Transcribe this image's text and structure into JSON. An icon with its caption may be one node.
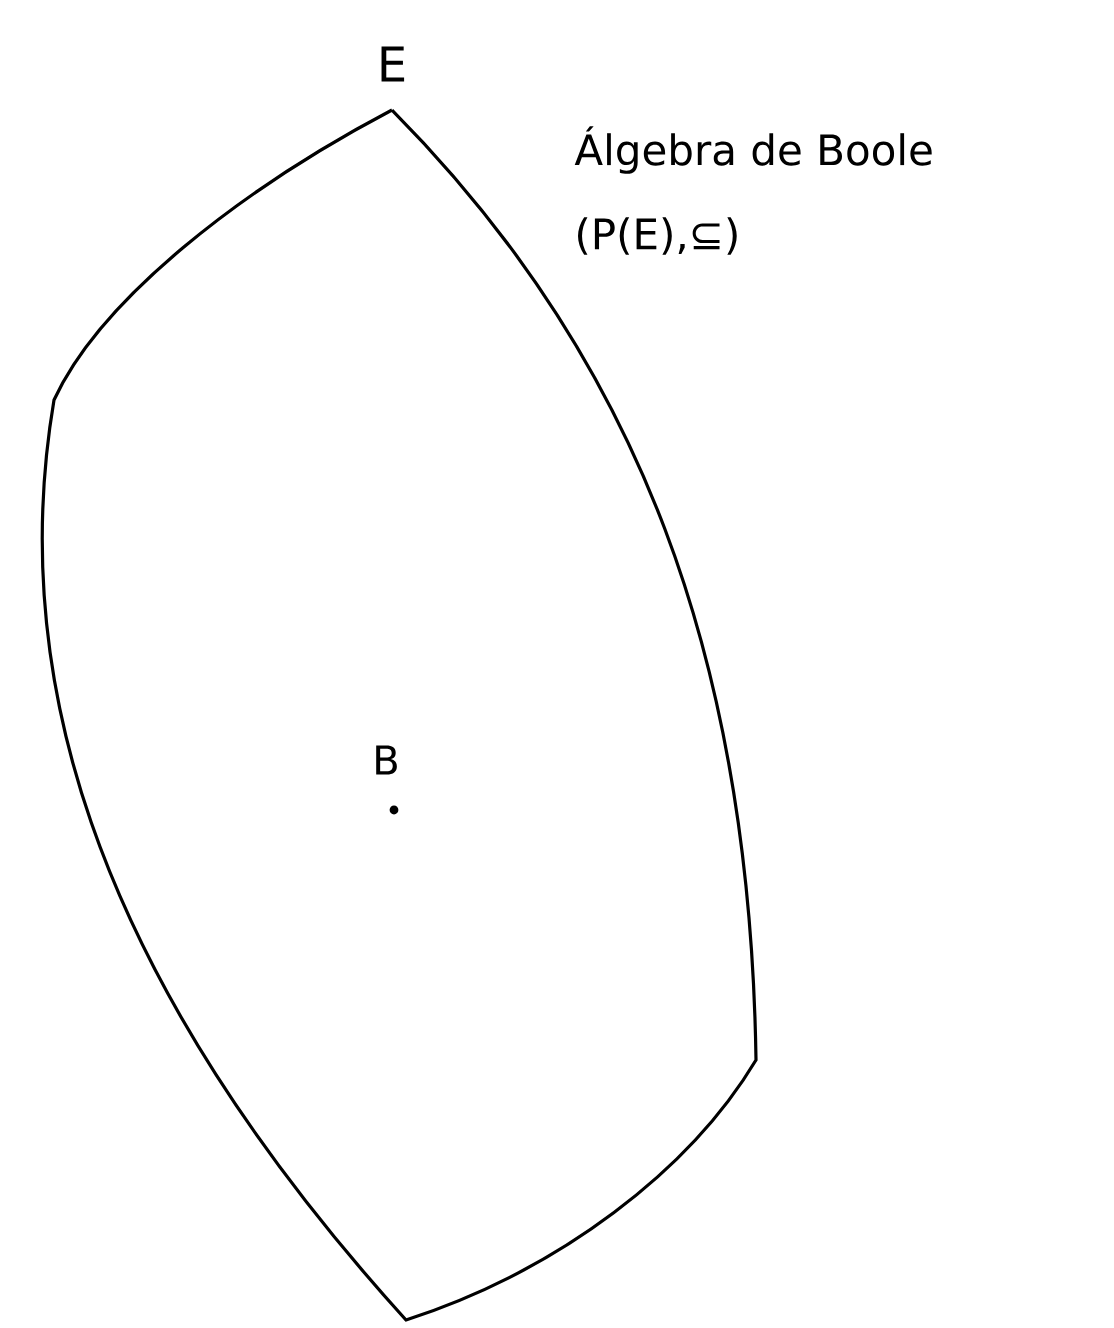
{
  "diagram": {
    "nodes": [
      {
        "text": [
          "E"
        ],
        "beside": [
          "Álgebra de Boole",
          "(P(E),⊆)"
        ]
      },
      {
        "text": [
          "B"
        ],
        "in": 0
      }
    ]
  }
}
